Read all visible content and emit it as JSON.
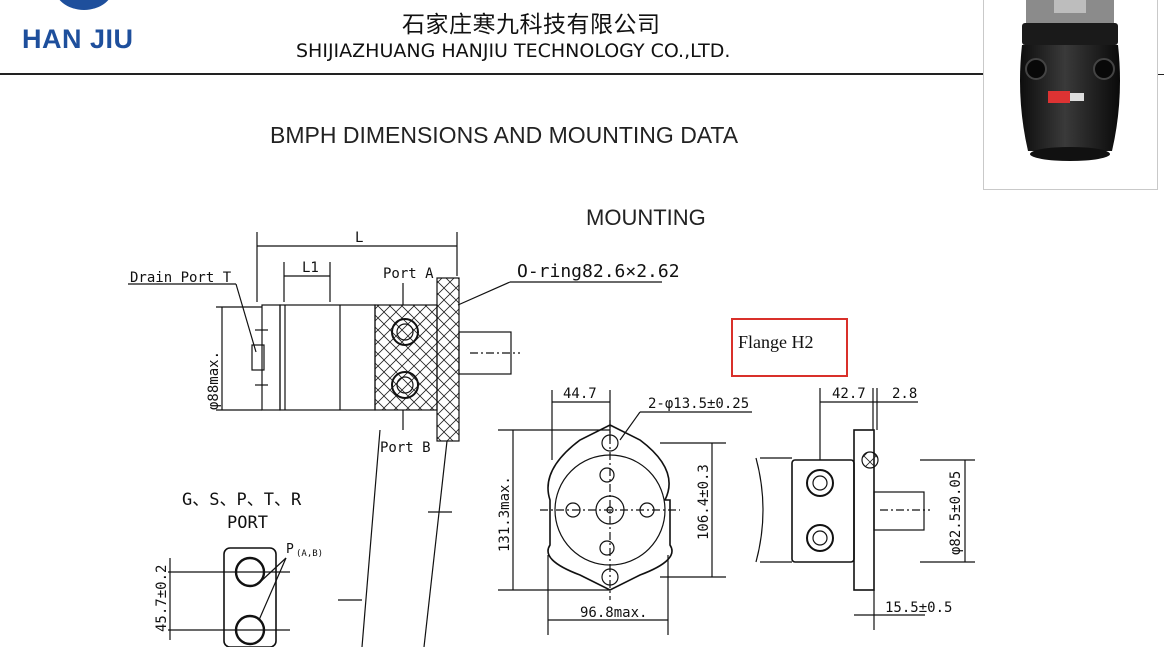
{
  "header": {
    "logo_text": "HAN JIU",
    "company_cn": "石家庄寒九科技有限公司",
    "company_en": "SHIJIAZHUANG HANJIU TECHNOLOGY CO.,LTD."
  },
  "document": {
    "title": "BMPH DIMENSIONS AND  MOUNTING DATA",
    "section": "MOUNTING",
    "flange_label": "Flange  H2"
  },
  "drawing": {
    "dim_L": "L",
    "dim_L1": "L1",
    "drain_port": "Drain Port T",
    "port_a": "Port A",
    "port_b": "Port B",
    "oring": "O-ring82.6×2.62",
    "dia_88": "φ88max.",
    "dim_44_7": "44.7",
    "holes": "2-φ13.5±0.25",
    "dim_131_3": "131.3max.",
    "dim_106_4": "106.4±0.3",
    "dim_96_8": "96.8max.",
    "dim_42_7": "42.7",
    "dim_2_8": "2.8",
    "dia_82_5": "φ82.5±0.05",
    "dim_15_5": "15.5±0.5",
    "ports_line1": "G、S、P、T、R",
    "ports_line2": "PORT",
    "port_p": "P",
    "port_p_sub": "(A,B)",
    "dim_45_7": "45.7±0.2"
  }
}
